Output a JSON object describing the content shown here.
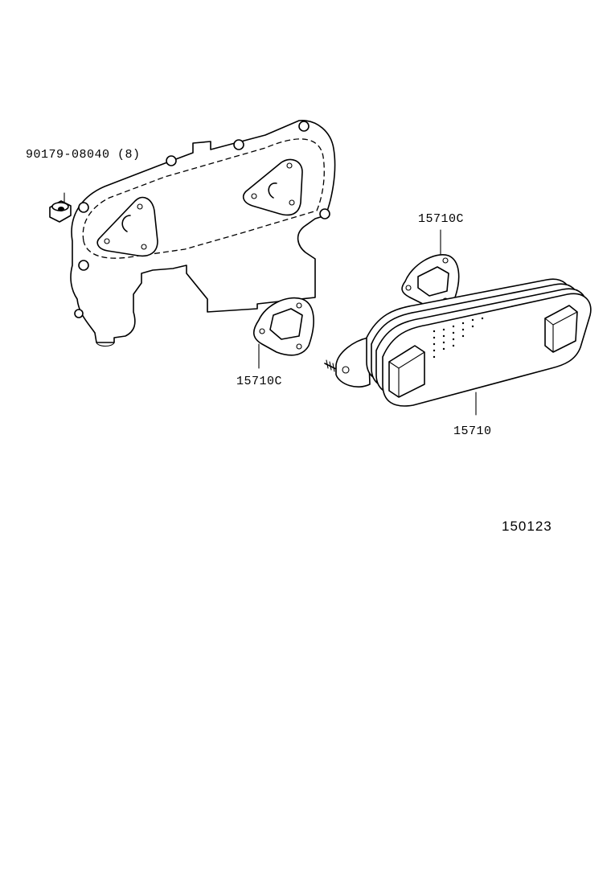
{
  "labels": {
    "bolt": "90179-08040 (8)",
    "gasket_upper": "15710C",
    "gasket_lower": "15710C",
    "oil_cooler": "15710",
    "figure_number": "150123"
  }
}
